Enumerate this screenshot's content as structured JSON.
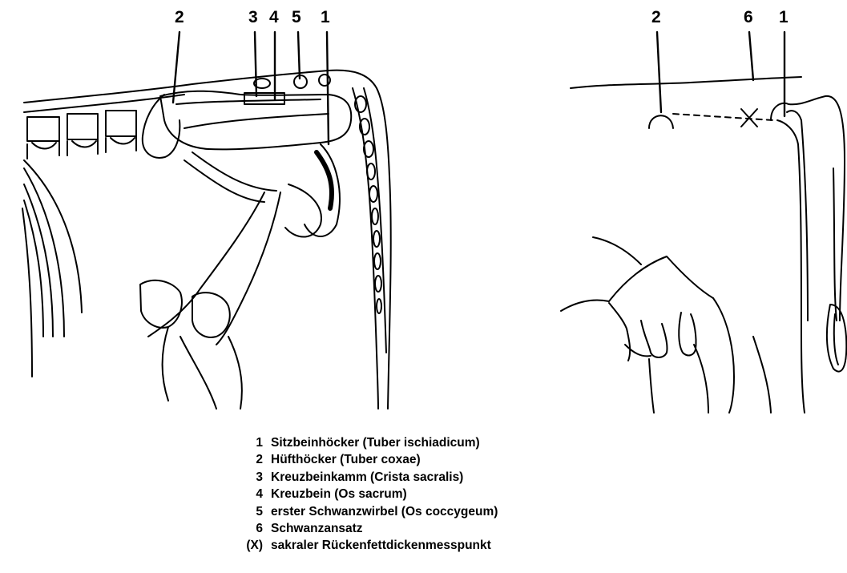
{
  "left_drawing": {
    "labels": [
      {
        "id": "2",
        "text": "2"
      },
      {
        "id": "3",
        "text": "3"
      },
      {
        "id": "4",
        "text": "4"
      },
      {
        "id": "5",
        "text": "5"
      },
      {
        "id": "1",
        "text": "1"
      }
    ]
  },
  "right_drawing": {
    "labels": [
      {
        "id": "2",
        "text": "2"
      },
      {
        "id": "6",
        "text": "6"
      },
      {
        "id": "1",
        "text": "1"
      }
    ],
    "measurement_mark": "X"
  },
  "legend": [
    {
      "num": "1",
      "text": "Sitzbeinhöcker (Tuber ischiadicum)"
    },
    {
      "num": "2",
      "text": "Hüfthöcker (Tuber coxae)"
    },
    {
      "num": "3",
      "text": "Kreuzbeinkamm (Crista sacralis)"
    },
    {
      "num": "4",
      "text": "Kreuzbein (Os sacrum)"
    },
    {
      "num": "5",
      "text": "erster Schwanzwirbel (Os coccygeum)"
    },
    {
      "num": "6",
      "text": "Schwanzansatz"
    },
    {
      "num": "(X)",
      "text": "sakraler Rückenfettdickenmesspunkt"
    }
  ]
}
